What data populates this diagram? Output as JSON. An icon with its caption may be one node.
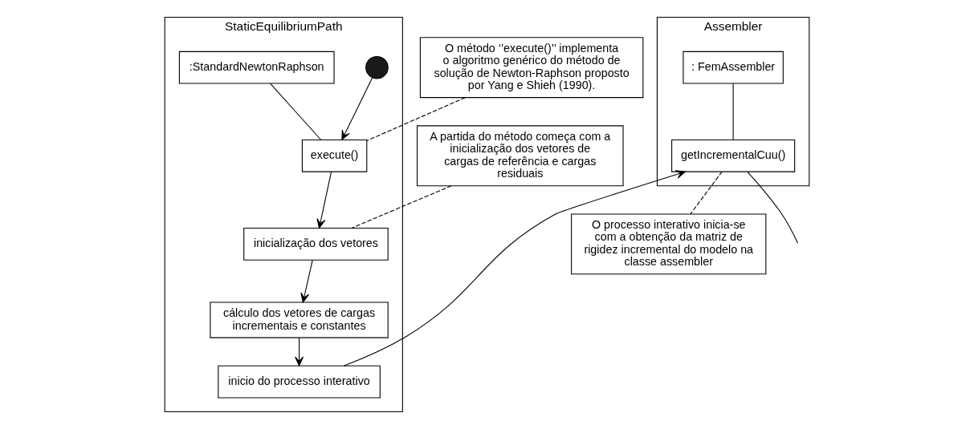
{
  "diagram": {
    "nodes": [
      {
        "text": [
          "StaticEquilibriumPath"
        ]
      },
      {
        "text": [
          "Assembler"
        ]
      },
      {
        "text": [
          "O método ‘’execute()’’ implementa o algoritmo genérico do método de solução de Newton-Raphson proposto por Yang e Shieh (1990)."
        ]
      },
      {
        "text": [],
        "shape": "circle",
        "in": 0
      },
      {
        "text": [
          ":StandardNewtonRaphson"
        ],
        "in": 0
      },
      {
        "text": [
          "execute()"
        ],
        "in": 0
      },
      {
        "text": [
          "A partida do método começa com a inicialização dos vetores de cargas de referência e cargas residuais"
        ]
      },
      {
        "text": [
          "inicialização dos vetores"
        ],
        "in": 0
      },
      {
        "text": [
          "cálculo dos vetores de cargas incrementais e constantes"
        ],
        "in": 0
      },
      {
        "text": [
          "inicio do processo interativo"
        ],
        "in": 0
      },
      {
        "text": [
          ": FemAssembler"
        ],
        "in": 1
      },
      {
        "text": [
          "getIncrementalCuu()"
        ],
        "in": 1
      },
      {
        "text": [
          "O processo interativo inicia-se com a obtenção da matriz de rigidez incremental do modelo na classe assembler"
        ]
      }
    ],
    "edges": [
      {
        "from": 3,
        "to": 5,
        "arrow": "to"
      },
      {
        "from": 4,
        "to": 5,
        "arrow": "none"
      },
      {
        "from": 2,
        "to": 5,
        "arrow": "none",
        "style": "dashed"
      },
      {
        "from": 5,
        "to": 7,
        "arrow": "to"
      },
      {
        "from": 6,
        "to": 7,
        "arrow": "none",
        "style": "dashed"
      },
      {
        "from": 7,
        "to": 8,
        "arrow": "to"
      },
      {
        "from": 8,
        "to": 9,
        "arrow": "to"
      },
      {
        "from": 9,
        "to": 11,
        "arrow": "to"
      },
      {
        "from": 10,
        "to": 11,
        "arrow": "none"
      },
      {
        "from": 11,
        "to": null,
        "arrow": "none"
      },
      {
        "from": 11,
        "to": 12,
        "arrow": "none",
        "style": "dashed"
      }
    ]
  }
}
